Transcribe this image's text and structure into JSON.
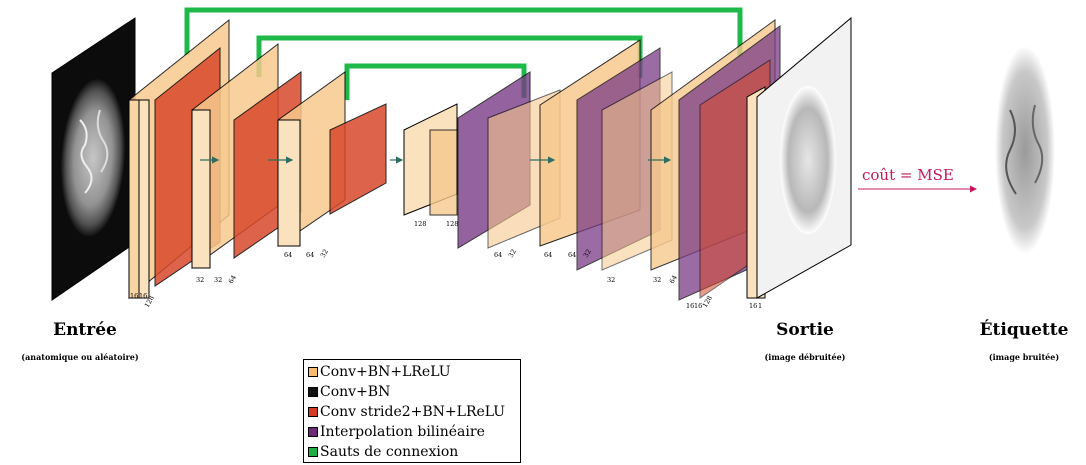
{
  "input": {
    "title": "Entrée",
    "subtitle": "(anatomique ou aléatoire)"
  },
  "output": {
    "title": "Sortie",
    "subtitle": "(image débruitée)"
  },
  "label": {
    "title": "Étiquette",
    "subtitle": "(image bruitée)"
  },
  "loss": {
    "text": "coût = MSE"
  },
  "legend": {
    "items": [
      {
        "label": "Conv+BN+LReLU",
        "color": "#f7b96e"
      },
      {
        "label": "Conv+BN",
        "color": "#111111"
      },
      {
        "label": "Conv stride2+BN+LReLU",
        "color": "#d63a24"
      },
      {
        "label": "Interpolation bilinéaire",
        "color": "#6a2a78"
      },
      {
        "label": "Sauts de connexion",
        "color": "#1fae43"
      }
    ]
  },
  "dims": {
    "enc1": [
      "16",
      "16",
      "128"
    ],
    "enc2": [
      "32",
      "32",
      "64"
    ],
    "enc3": [
      "64",
      "64",
      "32"
    ],
    "bottleneck": [
      "128",
      "128"
    ],
    "dec1": [
      "64",
      "32"
    ],
    "dec2": [
      "64",
      "64",
      "32"
    ],
    "dec3": [
      "32",
      "32",
      "64"
    ],
    "dec4": [
      "16",
      "16",
      "128"
    ],
    "out": [
      "16",
      "1"
    ]
  },
  "colors": {
    "conv": "#f7c98e",
    "conv_stride": "#d8482b",
    "interp": "#7a3c86",
    "skip": "#1fb84a",
    "arrow": "#2e6e62"
  }
}
